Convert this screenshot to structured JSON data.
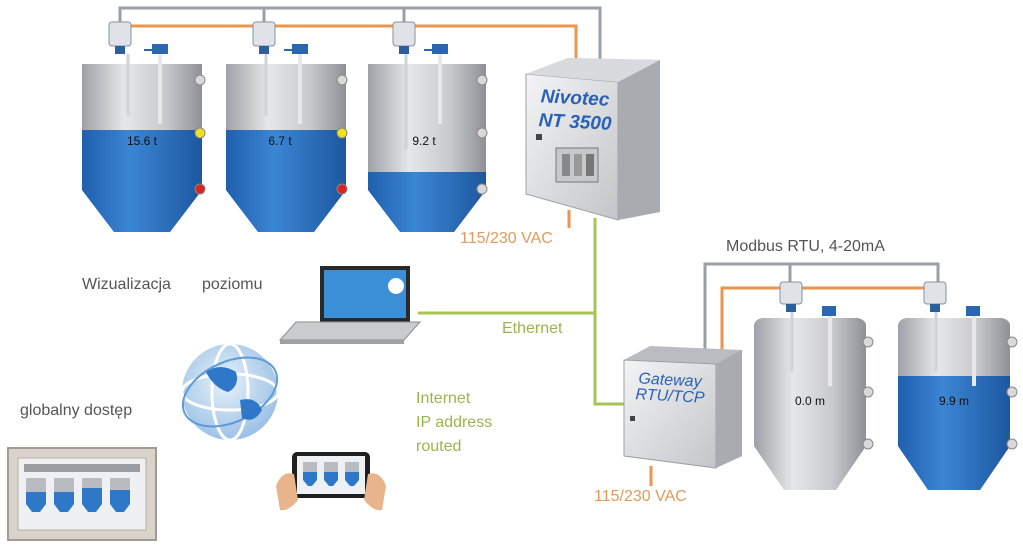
{
  "silos_top": [
    {
      "label": "15.6  t",
      "fill": 0.62,
      "lamps": [
        "gray",
        "yellow",
        "red"
      ]
    },
    {
      "label": "6.7  t",
      "fill": 0.62,
      "lamps": [
        "gray",
        "yellow",
        "red"
      ]
    },
    {
      "label": "9.2  t",
      "fill": 0.4,
      "lamps": [
        "gray",
        "gray",
        "gray"
      ]
    }
  ],
  "silos_bottom": [
    {
      "label": "0.0  m",
      "fill": 0.0
    },
    {
      "label": "9.9  m",
      "fill": 0.62
    }
  ],
  "controller": {
    "line1": "Nivotec",
    "line2": "NT 3500"
  },
  "gateway": {
    "line1": "Gateway",
    "line2": "RTU/TCP"
  },
  "labels": {
    "power_top": "115/230 VAC",
    "power_bottom": "115/230 VAC",
    "modbus": "Modbus RTU, 4-20mA",
    "ethernet": "Ethernet",
    "internet_1": "Internet",
    "internet_2": "IP address",
    "internet_3": "routed",
    "visualization_1": "Wizualizacja",
    "visualization_2": "poziomu",
    "global_access": "globalny dostęp"
  },
  "colors": {
    "material": "#2f78c8",
    "orange_cable": "#e9964e",
    "gray_cable": "#9aa0a6",
    "green_cable": "#a6c455",
    "lamp_yellow": "#f2e01e",
    "lamp_red": "#d9261c"
  }
}
